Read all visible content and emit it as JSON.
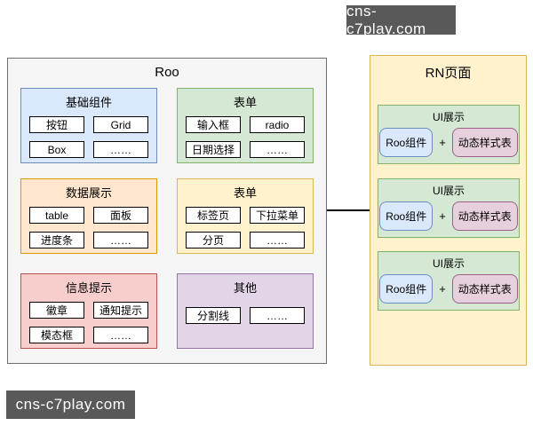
{
  "watermarks": {
    "top_right": "cns-c7play.com",
    "bottom_left": "cns-c7play.com"
  },
  "left_panel": {
    "title": "Roo",
    "groups": [
      {
        "title": "基础组件",
        "items": [
          "按钮",
          "Grid",
          "Box",
          "……"
        ]
      },
      {
        "title": "表单",
        "items": [
          "输入框",
          "radio",
          "日期选择",
          "……"
        ]
      },
      {
        "title": "数据展示",
        "items": [
          "table",
          "面板",
          "进度条",
          "……"
        ]
      },
      {
        "title": "表单",
        "items": [
          "标签页",
          "下拉菜单",
          "分页",
          "……"
        ]
      },
      {
        "title": "信息提示",
        "items": [
          "徽章",
          "通知提示",
          "模态框",
          "……"
        ]
      },
      {
        "title": "其他",
        "items": [
          "分割线",
          "……"
        ]
      }
    ]
  },
  "right_panel": {
    "title": "RN页面",
    "cards": [
      {
        "title": "UI展示",
        "component": "Roo组件",
        "operator": "+",
        "stylesheet": "动态样式表"
      },
      {
        "title": "UI展示",
        "component": "Roo组件",
        "operator": "+",
        "stylesheet": "动态样式表"
      },
      {
        "title": "UI展示",
        "component": "Roo组件",
        "operator": "+",
        "stylesheet": "动态样式表"
      }
    ]
  },
  "colors": {
    "group_blue_fill": "#dae8fc",
    "group_blue_border": "#6c8ebf",
    "group_green_fill": "#d5e8d4",
    "group_green_border": "#82b366",
    "group_orange_fill": "#ffe6cc",
    "group_orange_border": "#d79b00",
    "group_yellow_fill": "#fff2cc",
    "group_yellow_border": "#d6b656",
    "group_red_fill": "#f8cecc",
    "group_red_border": "#b85450",
    "group_purple_fill": "#e1d5e7",
    "group_purple_border": "#9673a6",
    "chip_pink_fill": "#e6d0de",
    "chip_pink_border": "#996185",
    "left_panel_fill": "#f5f5f5",
    "left_panel_border": "#707070",
    "watermark_bg": "#595959",
    "watermark_text": "#ffffff",
    "item_box_fill": "#ffffff",
    "item_box_border": "#000000",
    "arrow": "#000000"
  }
}
